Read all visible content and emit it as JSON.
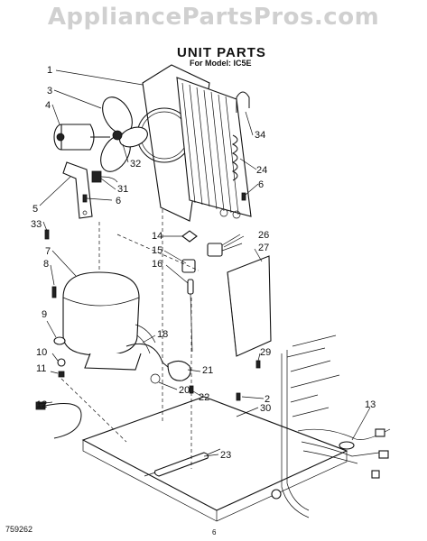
{
  "watermark": "AppliancePartsPros.com",
  "header": {
    "title": "UNIT PARTS",
    "subtitle": "For Model: IC5E"
  },
  "footer": {
    "code": "759262",
    "page": "6"
  },
  "callouts": [
    "1",
    "2",
    "3",
    "4",
    "5",
    "6",
    "6",
    "7",
    "8",
    "9",
    "10",
    "11",
    "12",
    "13",
    "14",
    "15",
    "16",
    "18",
    "20",
    "21",
    "22",
    "23",
    "24",
    "26",
    "27",
    "29",
    "30",
    "31",
    "32",
    "33",
    "34"
  ]
}
